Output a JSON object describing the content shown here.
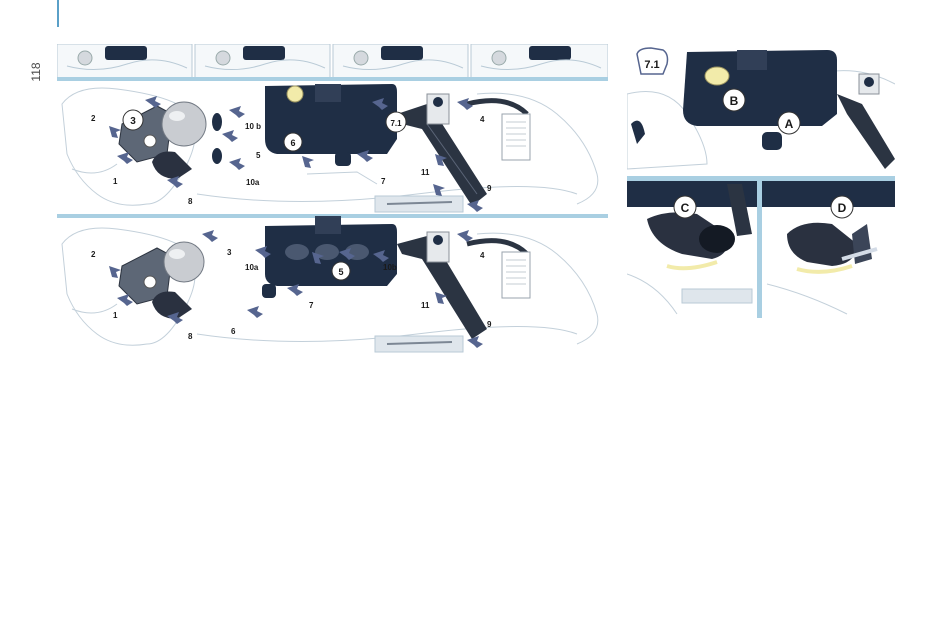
{
  "page": {
    "number": "118"
  },
  "colors": {
    "line": "#b9cad6",
    "engine": "#1f2e45",
    "reservoir": "#c9ccd1",
    "arrow": "#56658f",
    "divider": "#a9cfe2",
    "cap": "#f2ebaa"
  },
  "figure_left": {
    "upper_labels": {
      "l1": "1",
      "l2": "2",
      "l3": "3",
      "l4": "4",
      "l5": "5",
      "l6": "6",
      "l7": "7",
      "l71": "7.1",
      "l8": "8",
      "l9": "9",
      "l10a": "10a",
      "l10b": "10 b",
      "l11": "11"
    },
    "lower_labels": {
      "l1": "1",
      "l2": "2",
      "l3": "3",
      "l4": "4",
      "l5": "5",
      "l6": "6",
      "l7": "7",
      "l8": "8",
      "l9": "9",
      "l10a": "10a",
      "l10b": "10b",
      "l11": "11"
    }
  },
  "figure_right": {
    "labels": {
      "tag": "7.1",
      "a": "A",
      "b": "B",
      "c": "C",
      "d": "D"
    }
  }
}
